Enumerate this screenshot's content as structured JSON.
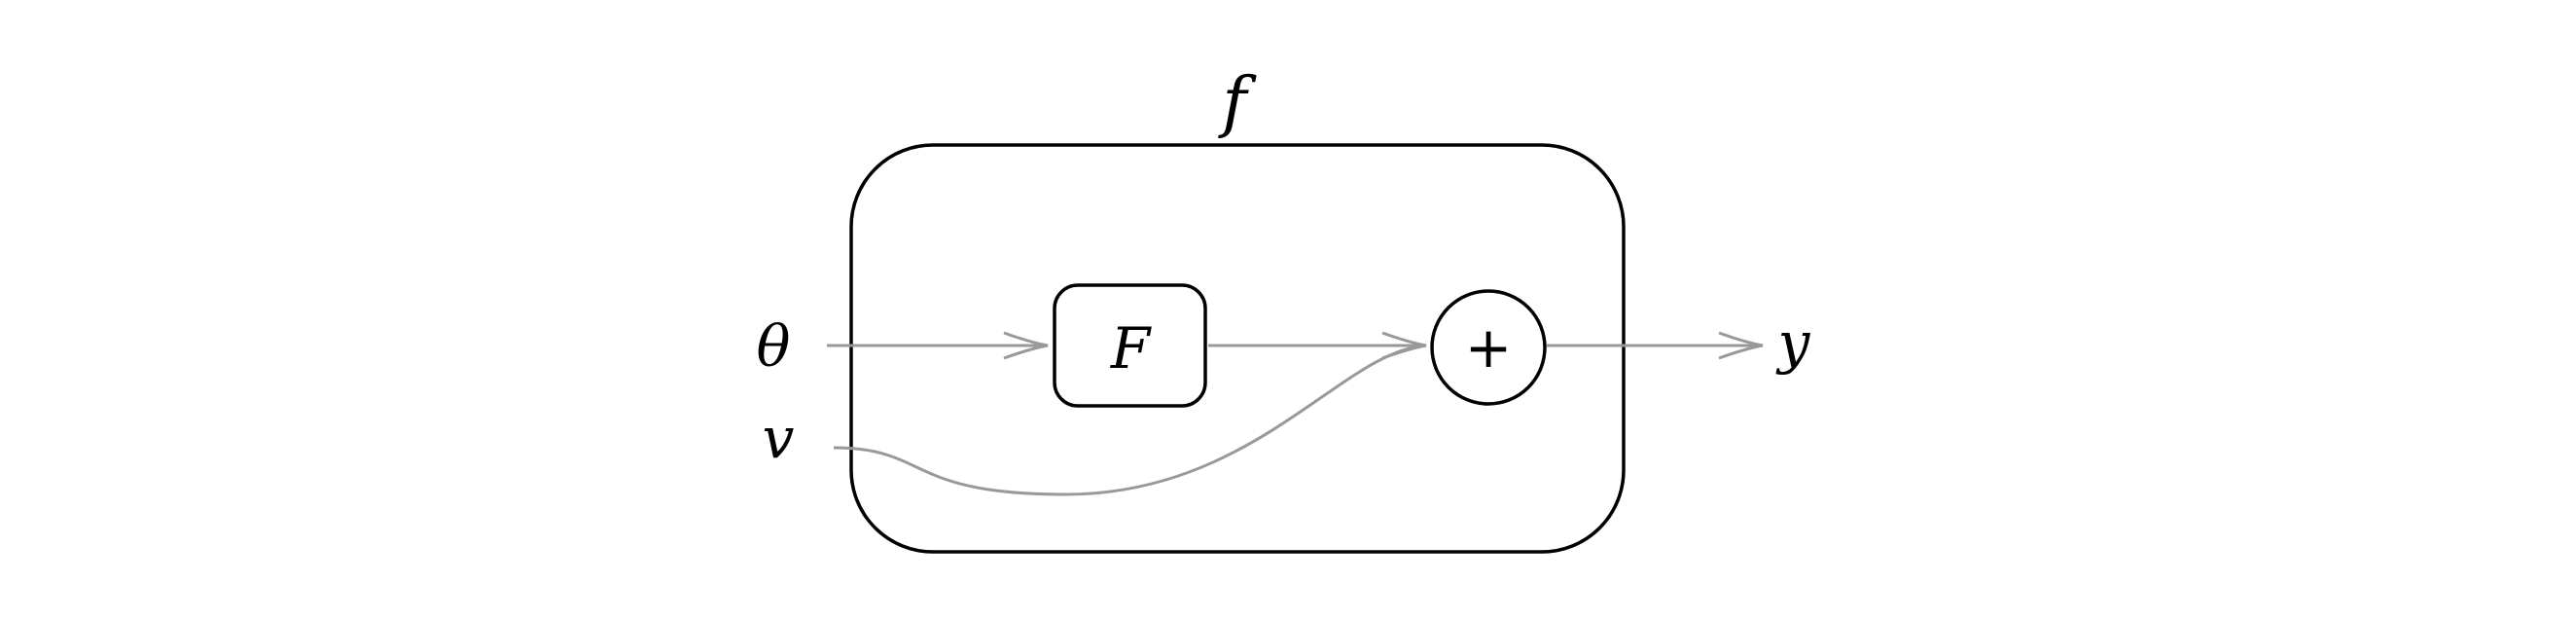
{
  "labels": {
    "outer_function": "f",
    "inner_block": "F",
    "sum_operator": "+",
    "input_theta": "θ",
    "input_v": "v",
    "output_y": "y"
  },
  "colors": {
    "box_stroke": "#000000",
    "arrow_stroke": "#999999",
    "text": "#000000"
  }
}
